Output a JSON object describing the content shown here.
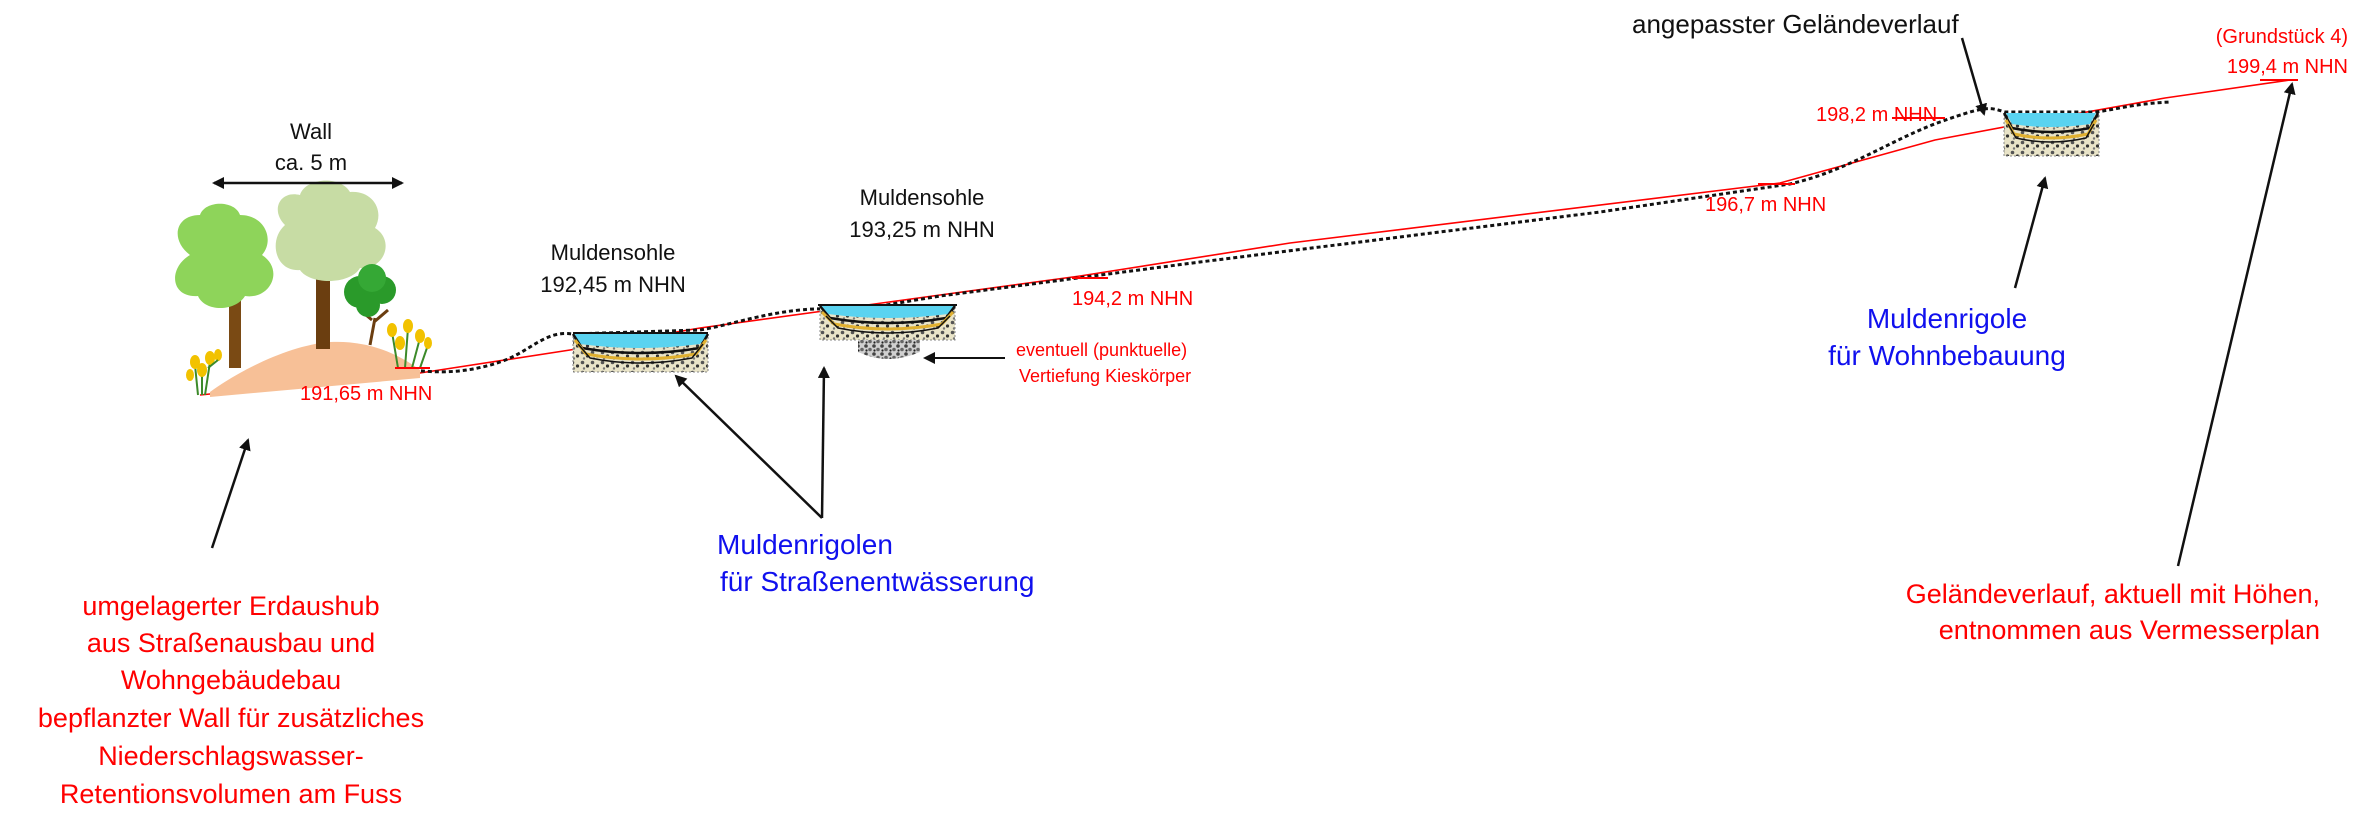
{
  "labels": {
    "wall_title": "Wall",
    "wall_width": "ca. 5 m",
    "muldensohle1_title": "Muldensohle",
    "muldensohle1_height": "192,45 m NHN",
    "muldensohle2_title": "Muldensohle",
    "muldensohle2_height": "193,25 m NHN",
    "height_191": "191,65 m NHN",
    "height_194": "194,2 m NHN",
    "height_196": "196,7 m NHN",
    "height_198": "198,2 m NHN",
    "grundstueck": "(Grundstück 4)",
    "height_199": "199,4 m NHN",
    "angepasst": "angepasster Geländeverlauf",
    "vertiefung_line1": "eventuell (punktuelle)",
    "vertiefung_line2": "Vertiefung Kieskörper",
    "rigolen_strasse_line1": "Muldenrigolen",
    "rigolen_strasse_line2": "für Straßenentwässerung",
    "rigole_wohn_line1": "Muldenrigole",
    "rigole_wohn_line2": "für Wohnbebauung",
    "gelaende_line1": "Geländeverlauf, aktuell mit Höhen,",
    "gelaende_line2": "entnommen aus Vermesserplan",
    "erdaushub_lines": [
      "umgelagerter Erdaushub",
      "aus Straßenausbau und",
      "Wohngebäudebau",
      "bepflanzter Wall für zusätzliches",
      "Niederschlagswasser-",
      "Retentionsvolumen am Fuss"
    ]
  },
  "colors": {
    "red": "#ff0000",
    "blue": "#1010ee",
    "black": "#111111",
    "sand": "#f7c097",
    "water": "#5ad3f0",
    "tree_light": "#8ed45a",
    "tree_grey": "#c7dca4",
    "tree_dark": "#2a9a2a",
    "trunk": "#7a4a14",
    "flower": "#f2c200"
  },
  "icons": {
    "trees": "tree-icon",
    "flowers": "flower-icon",
    "swale": "swale-cross-section-icon"
  }
}
